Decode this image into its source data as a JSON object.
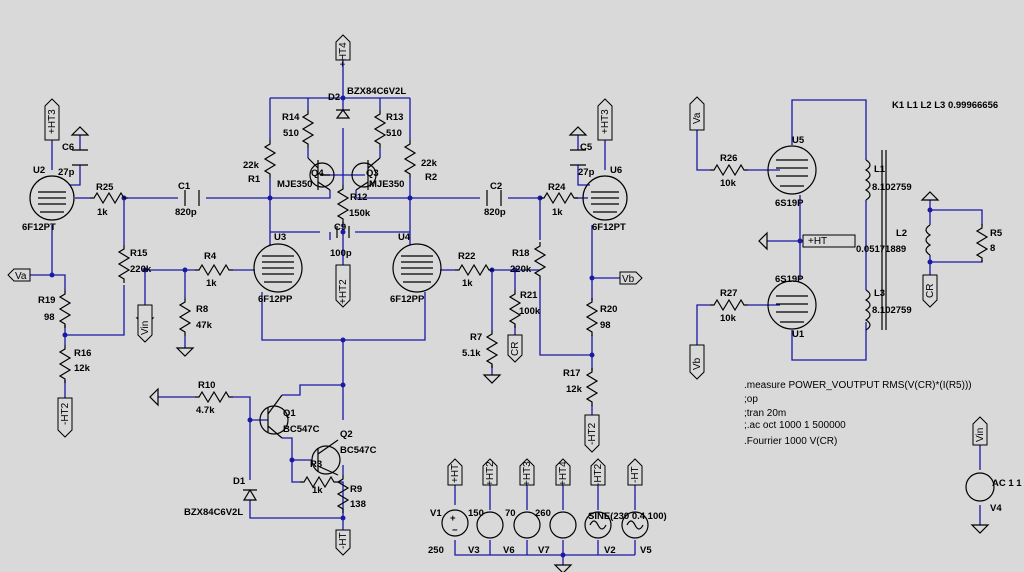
{
  "components": {
    "U2": {
      "ref": "U2",
      "value": "6F12PT"
    },
    "U6": {
      "ref": "U6",
      "value": "6F12PT"
    },
    "U3": {
      "ref": "U3",
      "value": "6F12PP"
    },
    "U4": {
      "ref": "U4",
      "value": "6F12PP"
    },
    "U5": {
      "ref": "U5",
      "value": "6S19P"
    },
    "U1": {
      "ref": "U1",
      "value": "6S19P"
    },
    "C6": {
      "ref": "C6",
      "value": "27p"
    },
    "C5": {
      "ref": "C5",
      "value": "27p"
    },
    "C1": {
      "ref": "C1",
      "value": "820p"
    },
    "C2": {
      "ref": "C2",
      "value": "820p"
    },
    "C9": {
      "ref": "C9",
      "value": "100p"
    },
    "R25": {
      "ref": "R25",
      "value": "1k"
    },
    "R24": {
      "ref": "R24",
      "value": "1k"
    },
    "R15": {
      "ref": "R15",
      "value": "220k"
    },
    "R18": {
      "ref": "R18",
      "value": "220k"
    },
    "R4": {
      "ref": "R4",
      "value": "1k"
    },
    "R22": {
      "ref": "R22",
      "value": "1k"
    },
    "R8": {
      "ref": "R8",
      "value": "47k"
    },
    "R7": {
      "ref": "R7",
      "value": "5.1k"
    },
    "R21": {
      "ref": "R21",
      "value": "100k"
    },
    "R19": {
      "ref": "R19",
      "value": "98"
    },
    "R20": {
      "ref": "R20",
      "value": "98"
    },
    "R16": {
      "ref": "R16",
      "value": "12k"
    },
    "R17": {
      "ref": "R17",
      "value": "12k"
    },
    "R14": {
      "ref": "R14",
      "value": "510"
    },
    "R13": {
      "ref": "R13",
      "value": "510"
    },
    "R1": {
      "ref": "R1",
      "value": "22k"
    },
    "R2": {
      "ref": "R2",
      "value": "22k"
    },
    "R12": {
      "ref": "R12",
      "value": "150k"
    },
    "Q4": {
      "ref": "Q4",
      "value": "MJE350"
    },
    "Q3": {
      "ref": "Q3",
      "value": "MJE350"
    },
    "D2": {
      "ref": "D2",
      "value": "BZX84C6V2L"
    },
    "D1": {
      "ref": "D1",
      "value": "BZX84C6V2L"
    },
    "R10": {
      "ref": "R10",
      "value": "4.7k"
    },
    "Q1": {
      "ref": "Q1",
      "value": "BC547C"
    },
    "Q2": {
      "ref": "Q2",
      "value": "BC547C"
    },
    "R3": {
      "ref": "R3",
      "value": "1k"
    },
    "R9": {
      "ref": "R9",
      "value": "138"
    },
    "R26": {
      "ref": "R26",
      "value": "10k"
    },
    "R27": {
      "ref": "R27",
      "value": "10k"
    },
    "L1": {
      "ref": "L1",
      "value": "8.102759"
    },
    "L3": {
      "ref": "L3",
      "value": "8.102759"
    },
    "L2": {
      "ref": "L2",
      "value": "0.05171889"
    },
    "R5": {
      "ref": "R5",
      "value": "8"
    },
    "V1": {
      "ref": "V1",
      "value": "250"
    },
    "V3": {
      "ref": "V3",
      "value": "150"
    },
    "V6": {
      "ref": "V6",
      "value": "70"
    },
    "V7": {
      "ref": "V7",
      "value": "260"
    },
    "V2": {
      "ref": "V2",
      "value": "SINE(230 0.4 100)"
    },
    "V5": {
      "ref": "V5",
      "value": ""
    },
    "V4": {
      "ref": "V4",
      "value": "AC 1 1"
    }
  },
  "nets": {
    "ht": "+HT",
    "neg_ht": "-HT",
    "ht2": "+HT2",
    "neg_ht2": "-HT2",
    "ht3": "+HT3",
    "ht4": "+HT4",
    "va": "Va",
    "vb": "Vb",
    "vin": "Vin",
    "cr": "CR"
  },
  "directives": {
    "coupling": "K1 L1 L2 L3 0.99966656",
    "measure": ".measure POWER_VOUTPUT RMS(V(CR)*(I(R5)))",
    "op": ";op",
    "tran": ";tran 20m",
    "ac": ";.ac oct 1000 1 500000",
    "fourier": ".Fourrier 1000 V(CR)"
  }
}
